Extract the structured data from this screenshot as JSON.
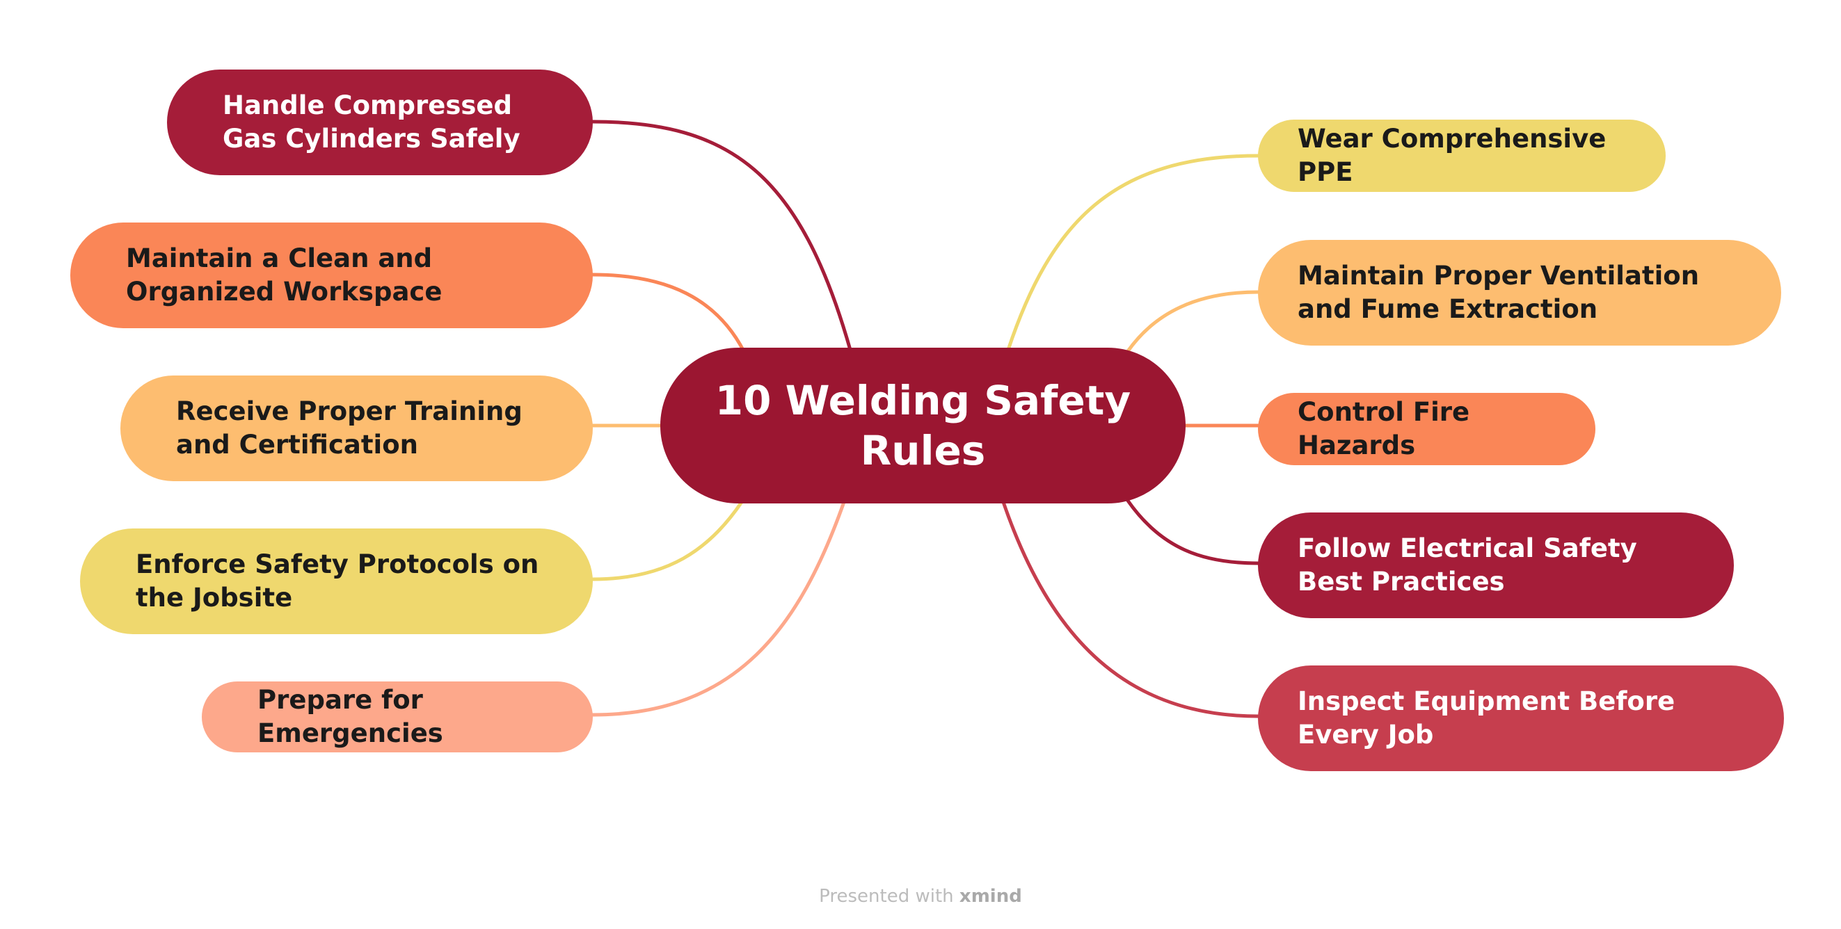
{
  "central_topic": {
    "label": "10 Welding Safety Rules",
    "color": "#9b1631"
  },
  "left_topics": [
    {
      "label": "Handle Compressed Gas Cylinders Safely",
      "color": "#a51d39",
      "text_color": "#ffffff"
    },
    {
      "label": "Maintain a Clean and Organized Workspace",
      "color": "#fa8657",
      "text_color": "#1a1a1a"
    },
    {
      "label": "Receive Proper Training and Certification",
      "color": "#fdbd70",
      "text_color": "#1a1a1a"
    },
    {
      "label": "Enforce Safety Protocols on the Jobsite",
      "color": "#efd86e",
      "text_color": "#1a1a1a"
    },
    {
      "label": "Prepare for Emergencies",
      "color": "#fda88b",
      "text_color": "#1a1a1a"
    }
  ],
  "right_topics": [
    {
      "label": "Wear Comprehensive PPE",
      "color": "#efd86e",
      "text_color": "#1a1a1a"
    },
    {
      "label": "Maintain Proper Ventilation and Fume Extraction",
      "color": "#fdbd70",
      "text_color": "#1a1a1a"
    },
    {
      "label": "Control Fire Hazards",
      "color": "#fa8657",
      "text_color": "#1a1a1a"
    },
    {
      "label": "Follow Electrical Safety Best Practices",
      "color": "#a51d39",
      "text_color": "#ffffff"
    },
    {
      "label": "Inspect Equipment Before Every Job",
      "color": "#c63e4e",
      "text_color": "#ffffff"
    }
  ],
  "footer": {
    "prefix": "Presented with",
    "brand": "xmind"
  }
}
